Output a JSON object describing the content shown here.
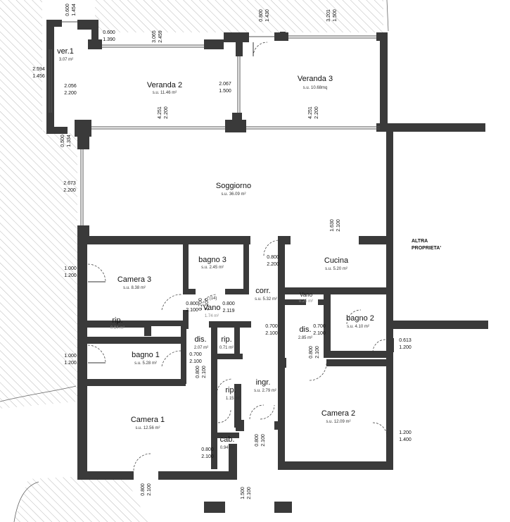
{
  "rooms": {
    "ver1": {
      "name": "ver.1",
      "area": "3.07 m²"
    },
    "veranda2": {
      "name": "Veranda 2",
      "area": "s.u. 11.46 m²"
    },
    "veranda3": {
      "name": "Veranda 3",
      "area": "s.u. 10.68mq"
    },
    "soggiorno": {
      "name": "Soggiorno",
      "area": "s.u. 36.09 m²"
    },
    "camera3": {
      "name": "Camera 3",
      "area": "s.u. 8.38 m²"
    },
    "bagno3": {
      "name": "bagno 3",
      "area": "s.u. 2.45 m²"
    },
    "corr": {
      "name": "corr.",
      "area": "s.u. 5.32 m²"
    },
    "cucina": {
      "name": "Cucina",
      "area": "s.u. 5.20 m²"
    },
    "vano_left": {
      "name": "Vano",
      "area": "1.74 m²"
    },
    "vano_right": {
      "name": "Vano",
      "area": "0.25 m²"
    },
    "rip_left": {
      "name": "rip.",
      "area": "0.84 m²"
    },
    "dis_left": {
      "name": "dis.",
      "area": "2.07 m²"
    },
    "rip_small": {
      "name": "rip.",
      "area": "0.71 m²"
    },
    "dis_right": {
      "name": "dis.",
      "area": "2.85 m²"
    },
    "bagno2": {
      "name": "bagno 2",
      "area": "s.u. 4.10 m²"
    },
    "bagno1": {
      "name": "bagno 1",
      "area": "s.u. 5.28 m²"
    },
    "rip_mid": {
      "name": "rip.",
      "area": "1.15 m²"
    },
    "ingr": {
      "name": "ingr.",
      "area": "s.u. 2.79 m²"
    },
    "camera1": {
      "name": "Camera 1",
      "area": "s.u. 12.56 m²"
    },
    "cab": {
      "name": "cab.",
      "area": "0.94 m²"
    },
    "camera2": {
      "name": "Camera 2",
      "area": "s.u. 12.09 m²"
    }
  },
  "labels": {
    "altra_1": "ALTRA",
    "altra_2": "PROPRIETA'",
    "small_14": "(14)"
  },
  "dims": {
    "d_top_ver1": [
      "0.600",
      "1.454"
    ],
    "d_ver1_right": [
      "0.600",
      "1.390"
    ],
    "d_ver1_left": [
      "2.594",
      "1.456"
    ],
    "d_ver1_bottom": [
      "0.500",
      "1.334"
    ],
    "d_v2_top": [
      "3.065",
      "2.459"
    ],
    "d_v2_right": [
      "2.056",
      "2.200"
    ],
    "d_v2_bottom": [
      "4.251",
      "2.200"
    ],
    "d_v3_mid": [
      "2.067",
      "1.500"
    ],
    "d_top_small": [
      "0.800",
      "1.430"
    ],
    "d_v3_top": [
      "3.201",
      "1.500"
    ],
    "d_v3_bottom": [
      "4.251",
      "2.200"
    ],
    "d_sogg_left": [
      "2.673",
      "2.200"
    ],
    "d_cucina_top": [
      "1.630",
      "2.100"
    ],
    "d_cucina_left": [
      "0.800",
      "2.200"
    ],
    "d_cam3_left": [
      "1.000",
      "1.200"
    ],
    "d_cam3_door": [
      "0.800",
      "2.100"
    ],
    "d_vano_door": [
      "0.700",
      "2.100"
    ],
    "d_corr_v": [
      "0.800",
      "2.119"
    ],
    "d_dis_left": [
      "0.700",
      "2.100"
    ],
    "d_bagno1_left": [
      "1.000",
      "1.200"
    ],
    "d_bagno1_door": [
      "0.800",
      "2.100"
    ],
    "d_dis_right_a": [
      "0.700",
      "2.100"
    ],
    "d_dis_right_b": [
      "0.700",
      "2.100"
    ],
    "d_bagno2_right": [
      "0.613",
      "1.200"
    ],
    "d_dis_down": [
      "0.800",
      "2.100"
    ],
    "d_cab_door": [
      "0.800",
      "2.100"
    ],
    "d_ingr": [
      "0.800",
      "2.100"
    ],
    "d_cam2_right": [
      "1.200",
      "1.400"
    ],
    "d_cam1_bottom": [
      "0.800",
      "2.100"
    ],
    "d_entry_bottom": [
      "1.500",
      "2.100"
    ]
  }
}
